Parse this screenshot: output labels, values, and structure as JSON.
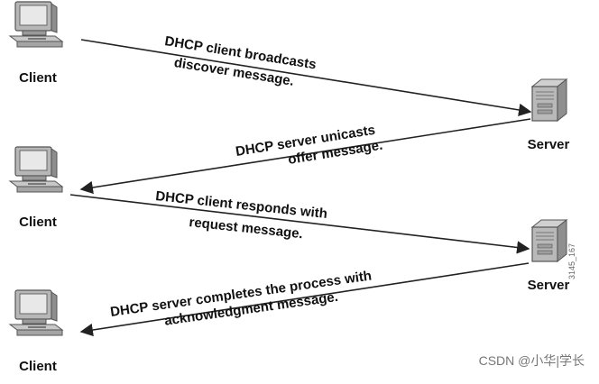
{
  "nodes": {
    "client_1": "Client",
    "client_2": "Client",
    "client_3": "Client",
    "server_1": "Server",
    "server_2": "Server"
  },
  "messages": {
    "discover_line1": "DHCP client broadcasts",
    "discover_line2": "discover message.",
    "offer_line1": "DHCP server unicasts",
    "offer_line2": "offer message.",
    "request_line1": "DHCP client responds with",
    "request_line2": "request message.",
    "ack_line1": "DHCP server completes the process with",
    "ack_line2": "acknowledgment message."
  },
  "figure_code": "3145_167",
  "watermark": "CSDN @小华|学长",
  "icons": [
    "client-computer-icon",
    "server-icon",
    "arrow-icon"
  ]
}
